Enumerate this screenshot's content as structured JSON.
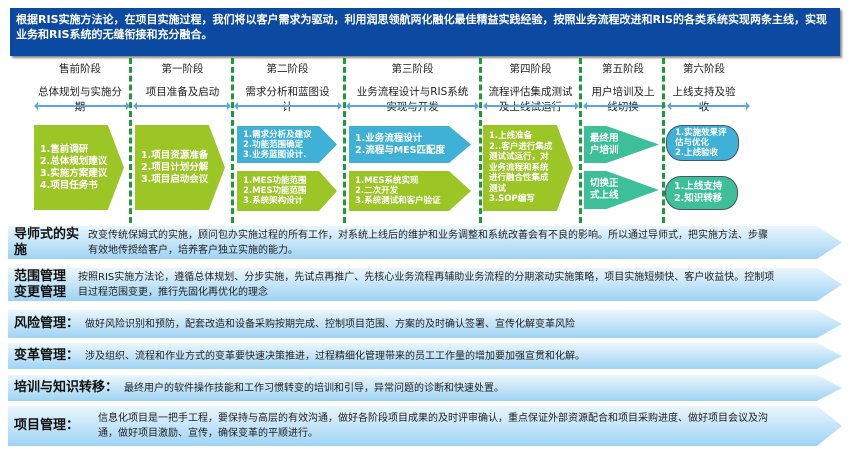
{
  "banner": "根据RIS实施方法论，在项目实施过程，我们将以客户需求为驱动，利用润思领航两化融化最佳精益实践经验，按照业务流程改进和RIS的各类系统实现两条主线，实现业务和RIS系统的无缝衔接和充分融合。",
  "stages": [
    {
      "title": "售前阶段",
      "sub": "总体规划与实施分期"
    },
    {
      "title": "第一阶段",
      "sub": "项目准备及启动"
    },
    {
      "title": "第二阶段",
      "sub": "需求分析和蓝图设计"
    },
    {
      "title": "第三阶段",
      "sub": "业务流程设计与RIS系统实现与开发"
    },
    {
      "title": "第四阶段",
      "sub": "流程评估集成测试及上线试运行"
    },
    {
      "title": "第五阶段",
      "sub": "用户培训及上线切换"
    },
    {
      "title": "第六阶段",
      "sub": "上线支持及验收"
    }
  ],
  "boxes": {
    "presale": [
      "1.售前调研",
      "2.总体规划建议",
      "3.实施方案建议",
      "4.项目任务书"
    ],
    "s1": [
      "1.项目资源准备",
      "2.项目计划分解",
      "3.项目启动会议"
    ],
    "s2a": [
      "1.需求分析及建议",
      "2.功能范围确定",
      "3.业务蓝图设计."
    ],
    "s2b": [
      "1.MES功能范围",
      "2.MES功能范围",
      "3.系统架构设计"
    ],
    "s3a": [
      "1.业务流程设计",
      "2.流程与MES匹配度"
    ],
    "s3b": [
      "1.MES系统实现",
      "2.二次开发",
      "3.系统测试和客户验证"
    ],
    "s4": [
      "1.上线准备",
      "2..客户进行集成测试试运行，对业务流程和系统进行融合性集成测试",
      "3.SOP编写"
    ],
    "s5a": [
      "最终用户培训"
    ],
    "s5b": [
      "切换正式上线"
    ],
    "s6a": [
      "1.实施效果评估与优化",
      "2.上线验收"
    ],
    "s6b": [
      "1.上线支持",
      "2.知识转移"
    ]
  },
  "bands": [
    {
      "head": "导师式的实施",
      "text": "改变传统保姆式的实施，顾问包办实施过程的所有工作，对系统上线后的维护和业务调整和系统改善会有不良的影响。所以通过导师式，把实施方法、步骤有效地传授给客户，培养客户独立实施的能力。"
    },
    {
      "head": "范围管理变更管理",
      "text": "按照RIS实施方法论，遵循总体规划、分步实施，先试点再推广、先核心业务流程再辅助业务流程的分期滚动实施策略，项目实施短频快、客户收益快。控制项目过程范围变更，推行先固化再优化的理念"
    },
    {
      "head": "风险管理：",
      "text": "做好风险识别和预防，配套改造和设备采购按期完成、控制项目范围、方案的及时确认签署、宣传化解变革风险"
    },
    {
      "head": "变革管理：",
      "text": "涉及组织、流程和作业方式的变革要快速决策推进，过程精细化管理带来的员工工作量的增加要加强宣贯和化解。"
    },
    {
      "head": "培训与知识转移：",
      "text": "最终用户的软件操作技能和工作习惯转变的培训和引导，异常问题的诊断和快速处置。"
    },
    {
      "head": "项目管理：",
      "text": "信息化项目是一把手工程，要保持与高层的有效沟通，做好各阶段项目成果的及时评审确认，重点保证外部资源配合和项目采购进度、做好项目会议及沟通，做好项目激励、宣传，确保变革的平顺进行。"
    }
  ]
}
